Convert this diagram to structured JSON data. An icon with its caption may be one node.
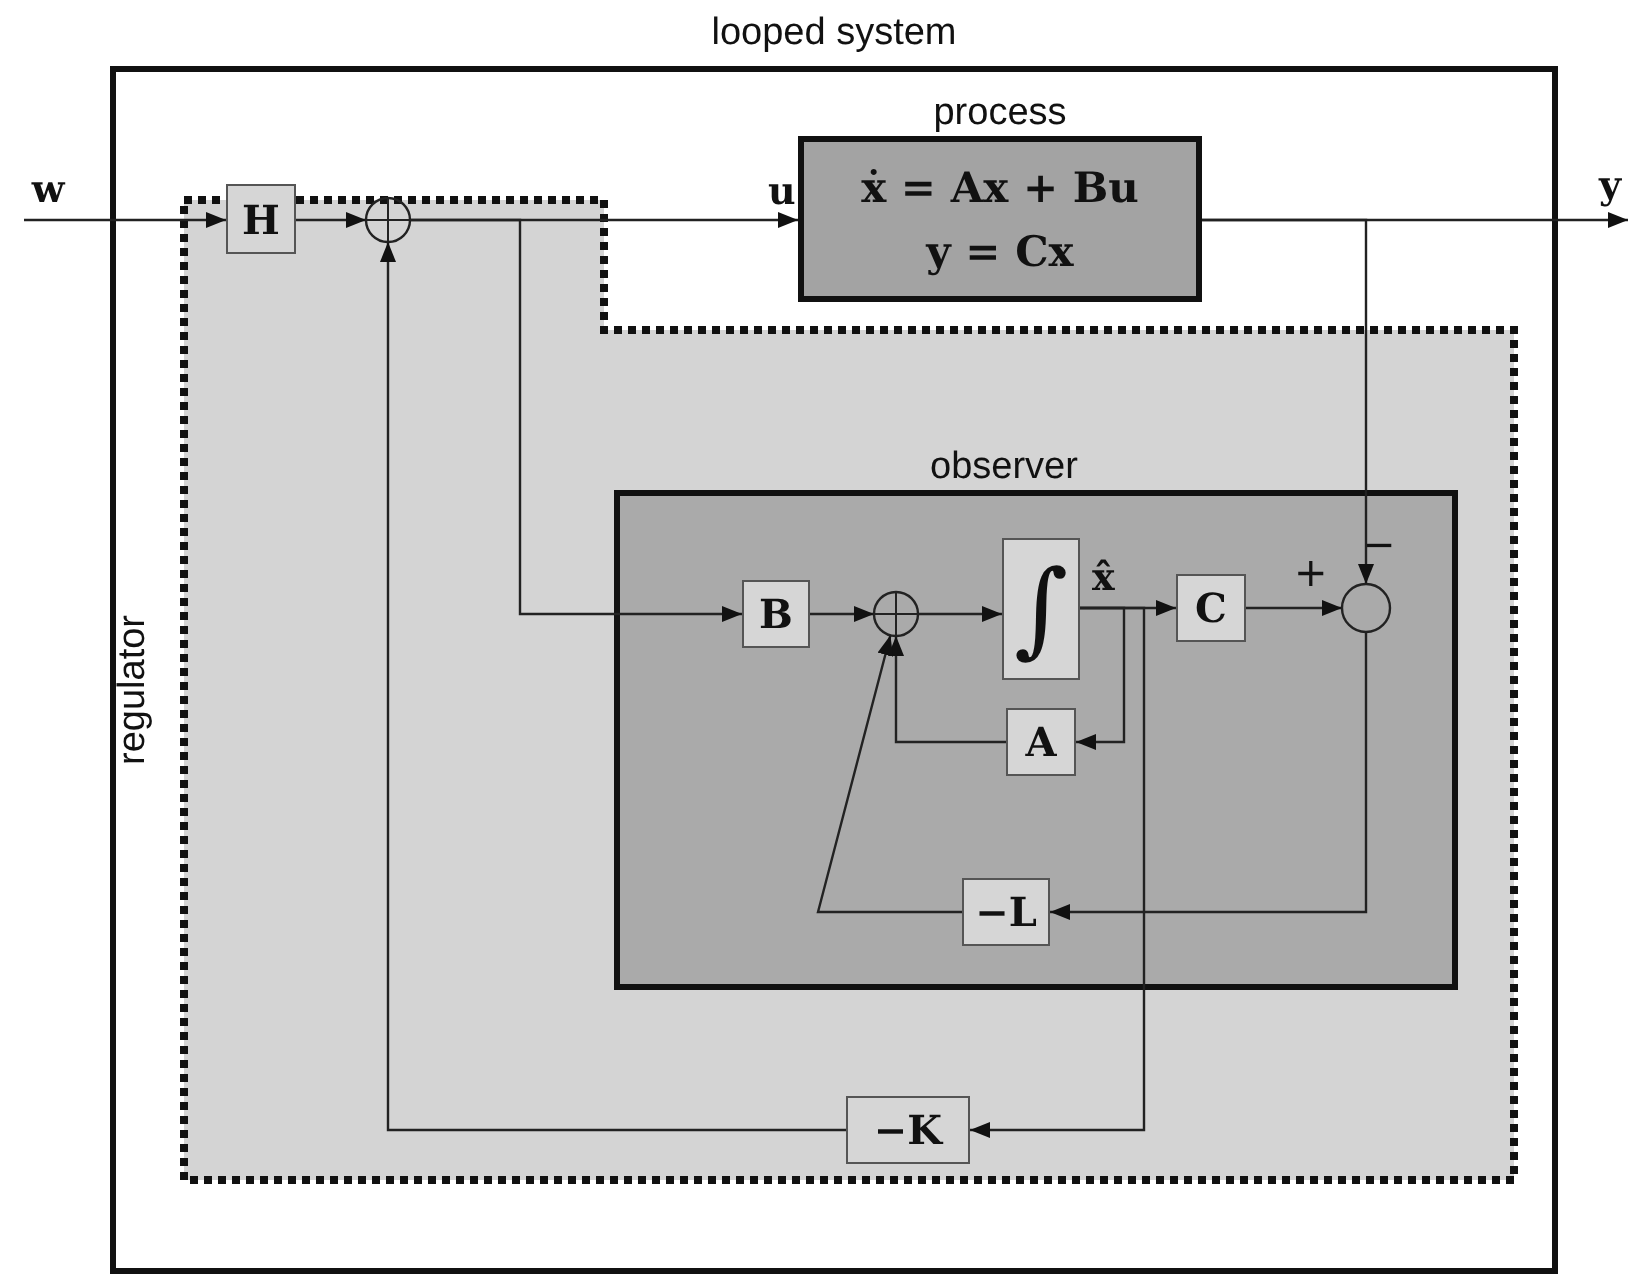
{
  "diagram": {
    "nodes": [
      {
        "text": [
          "looped system"
        ]
      },
      {
        "text": [
          "regulator"
        ],
        "in": 0
      },
      {
        "text": [
          "process",
          "ẋ = Ax + Bu",
          "y = Cx"
        ],
        "in": 0
      },
      {
        "text": [
          "H"
        ],
        "in": 1
      },
      {
        "text": [],
        "shape": "circle",
        "in": 1
      },
      {
        "text": [
          "observer"
        ],
        "in": 1
      },
      {
        "text": [
          "B"
        ],
        "in": 5
      },
      {
        "text": [],
        "shape": "circle",
        "in": 5
      },
      {
        "text": [
          "∫"
        ],
        "in": 5
      },
      {
        "text": [
          "C"
        ],
        "in": 5
      },
      {
        "text": [],
        "shape": "circle",
        "in": 5,
        "beside": [
          "+",
          "−"
        ]
      },
      {
        "text": [
          "A"
        ],
        "in": 5
      },
      {
        "text": [
          "−L"
        ],
        "in": 5
      },
      {
        "text": [
          "−K"
        ],
        "in": 1
      },
      {
        "text": [
          "w"
        ]
      },
      {
        "text": [
          "y"
        ]
      }
    ],
    "edges": [
      {
        "from": 14,
        "to": 3,
        "arrow": "to"
      },
      {
        "from": 3,
        "to": 4,
        "arrow": "to"
      },
      {
        "from": 4,
        "to": 2,
        "arrow": "to"
      },
      {
        "from": 2,
        "to": 15,
        "arrow": "to"
      },
      {
        "from": 4,
        "to": 6,
        "arrow": "to"
      },
      {
        "from": 2,
        "to": 10,
        "arrow": "to"
      },
      {
        "from": 6,
        "to": 7,
        "arrow": "to"
      },
      {
        "from": 7,
        "to": 8,
        "arrow": "to"
      },
      {
        "from": 8,
        "to": 9,
        "arrow": "to"
      },
      {
        "from": 8,
        "to": 11,
        "arrow": "to"
      },
      {
        "from": 11,
        "to": 7,
        "arrow": "to"
      },
      {
        "from": 9,
        "to": 10,
        "arrow": "to"
      },
      {
        "from": 10,
        "to": 12,
        "arrow": "to"
      },
      {
        "from": 12,
        "to": 7,
        "arrow": "to"
      },
      {
        "from": 8,
        "to": 13,
        "arrow": "to"
      },
      {
        "from": 13,
        "to": 4,
        "arrow": "to"
      }
    ],
    "labels": [
      "u",
      "x̂"
    ]
  }
}
